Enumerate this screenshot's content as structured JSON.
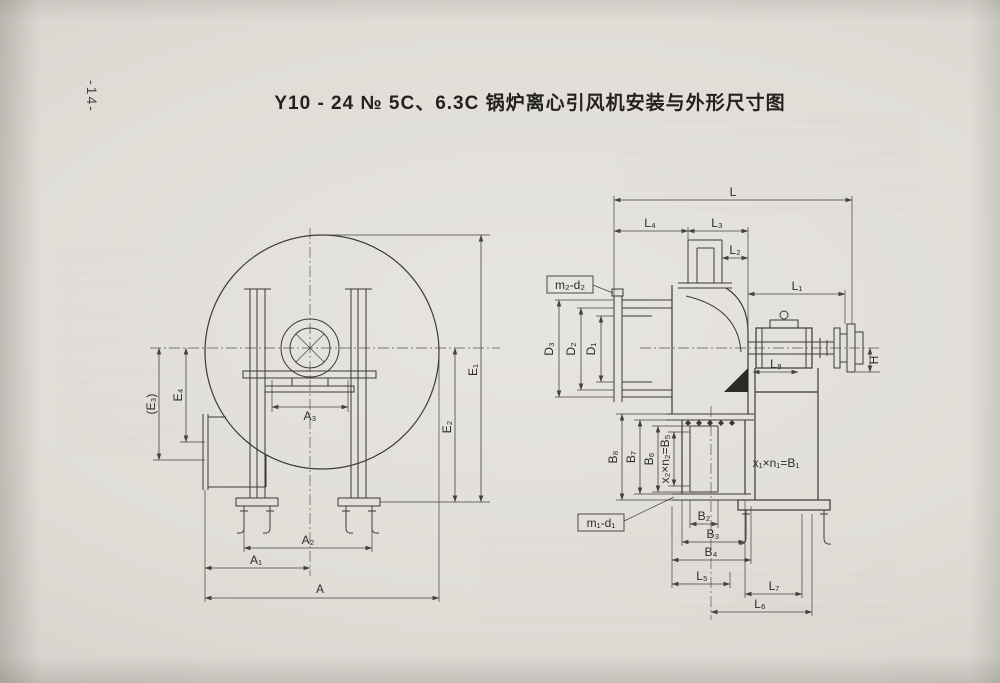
{
  "page": {
    "number": "-14-",
    "title": "Y10 - 24   № 5C、6.3C 锅炉离心引风机安装与外形尺寸图"
  },
  "front_view": {
    "dims": {
      "E1": "E₁",
      "E2": "E₂",
      "E3": "(E₃)",
      "E4": "E₄",
      "A3": "A₃",
      "A2": "A₂",
      "A1": "A₁",
      "A": "A"
    }
  },
  "side_view": {
    "dims": {
      "L": "L",
      "L1": "L₁",
      "L2": "L₂",
      "L3": "L₃",
      "L4": "L₄",
      "L5": "L₅",
      "L6": "L₆",
      "L7": "L₇",
      "L8": "L₈",
      "D1": "D₁",
      "D2": "D₂",
      "D3": "D₃",
      "H": "H",
      "B2": "B₂",
      "B3": "B₃",
      "B4": "B₄",
      "B6": "B₆",
      "B7": "B₇",
      "B8": "B₈",
      "B5_expr": "x₂×n₂=B₅",
      "B1_expr": "x₁×n₁=B₁",
      "m2d2": "m₂-d₂",
      "m1d1": "m₁-d₁"
    }
  }
}
